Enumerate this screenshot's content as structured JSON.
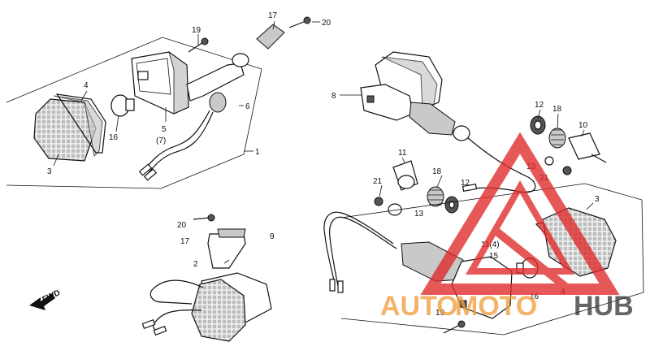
{
  "parts": {
    "p1": "1",
    "p2": "2",
    "p3": "3",
    "p3b": "3",
    "p4": "4",
    "p4b": "4",
    "p5": "5",
    "p5sub": "(7)",
    "p6": "6",
    "p8": "8",
    "p9": "9",
    "p10": "10",
    "p11": "11",
    "p11b": "11(4)",
    "p12": "12",
    "p12b": "12",
    "p13": "13",
    "p13b": "13",
    "p15": "15",
    "p16": "16",
    "p16b": "16",
    "p17": "17",
    "p17b": "17",
    "p18": "18",
    "p18b": "18",
    "p19": "19",
    "p19b": "19",
    "p20": "20",
    "p20b": "20",
    "p21": "21",
    "p21b": "21"
  },
  "fwd": "FWD",
  "watermark": {
    "auto": "AUTO",
    "moto": "MOTO",
    "hub": "HUB"
  },
  "colors": {
    "line": "#111111",
    "watermark_red": "#e02a2a",
    "watermark_orange": "#f0a040",
    "watermark_dark": "#3a3a3a"
  }
}
